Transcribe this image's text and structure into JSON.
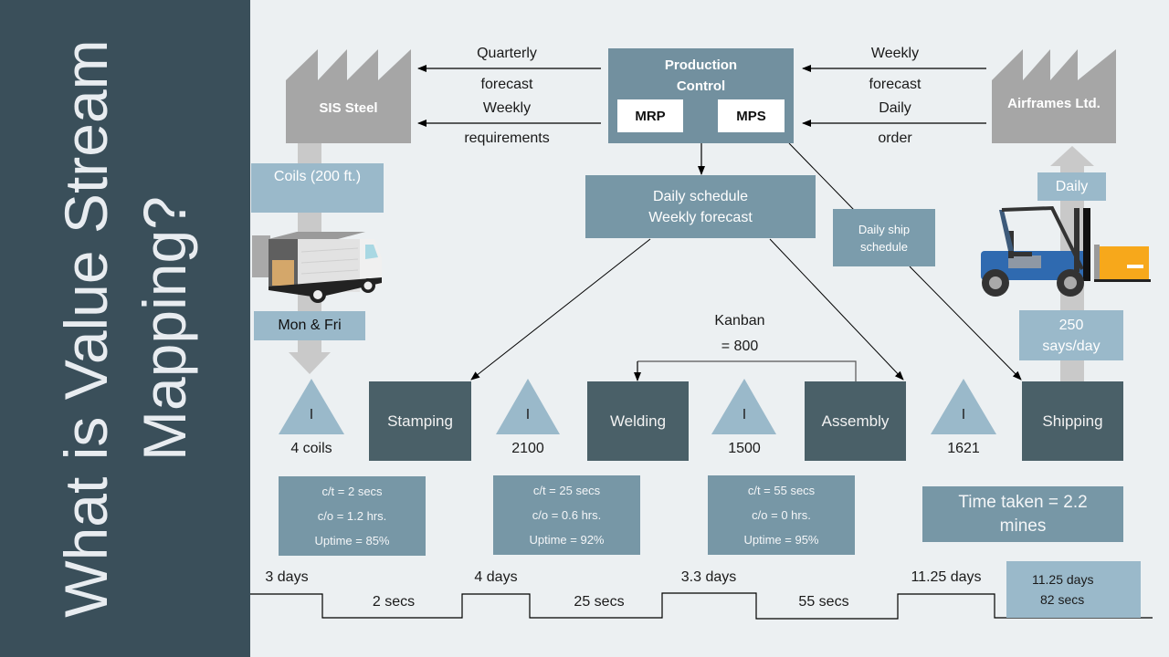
{
  "title": "What is Value Stream Mapping?",
  "supplier": {
    "name": "SIS Steel"
  },
  "customer": {
    "name": "Airframes Ltd."
  },
  "production_control": {
    "title_line1": "Production",
    "title_line2": "Control",
    "systems": [
      "MRP",
      "MPS"
    ]
  },
  "info_flows": {
    "to_supplier_1_line1": "Quarterly",
    "to_supplier_1_line2": "forecast",
    "to_supplier_2_line1": "Weekly",
    "to_supplier_2_line2": "requirements",
    "from_customer_1_line1": "Weekly",
    "from_customer_1_line2": "forecast",
    "from_customer_2_line1": "Daily",
    "from_customer_2_line2": "order"
  },
  "schedule_box": {
    "line1": "Daily schedule",
    "line2": "Weekly forecast"
  },
  "ship_schedule_box": {
    "line1": "Daily ship",
    "line2": "schedule"
  },
  "inbound": {
    "material": "Coils (200 ft.)",
    "delivery": "Mon & Fri"
  },
  "outbound": {
    "frequency": "Daily",
    "volume_line1": "250",
    "volume_line2": "says/day"
  },
  "kanban": {
    "line1": "Kanban",
    "line2": "= 800"
  },
  "inventory_symbol": "I",
  "inventories": [
    "4 coils",
    "2100",
    "1500",
    "1621"
  ],
  "processes": [
    "Stamping",
    "Welding",
    "Assembly",
    "Shipping"
  ],
  "process_data": [
    {
      "ct": "c/t = 2 secs",
      "co": "c/o = 1.2 hrs.",
      "uptime": "Uptime = 85%"
    },
    {
      "ct": "c/t = 25 secs",
      "co": "c/o = 0.6 hrs.",
      "uptime": "Uptime = 92%"
    },
    {
      "ct": "c/t = 55 secs",
      "co": "c/o = 0 hrs.",
      "uptime": "Uptime = 95%"
    }
  ],
  "time_taken": {
    "line1": "Time taken = 2.2",
    "line2": "mines"
  },
  "timeline": {
    "days": [
      "3 days",
      "4 days",
      "3.3 days",
      "11.25 days"
    ],
    "secs": [
      "2 secs",
      "25 secs",
      "55 secs"
    ],
    "total_days": "11.25 days",
    "total_secs": "82 secs"
  },
  "colors": {
    "sidebar": "#3a4f5a",
    "background": "#ecf0f2",
    "process": "#4a6068",
    "info_box": "#7797a6",
    "light_box": "#9ab9ca",
    "factory": "#a6a6a6"
  }
}
